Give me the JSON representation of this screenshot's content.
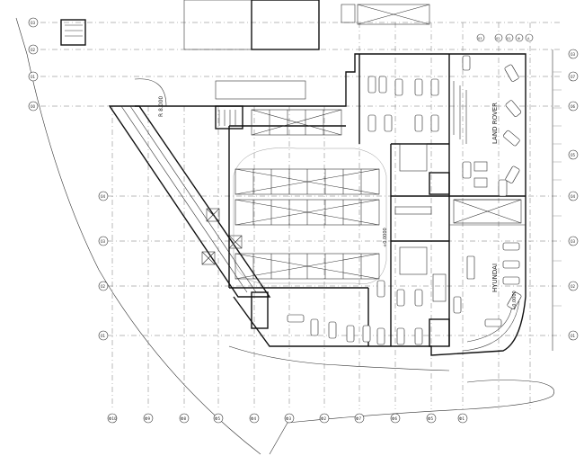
{
  "labels": {
    "land_rover": "LAND ROVER",
    "hyundai": "HYUNDAI",
    "radius": "R 8.000",
    "level_1": "+0.0000",
    "level_2": "+0.0000"
  },
  "axis_bubbles_left": [
    "03",
    "02",
    "01",
    "00",
    "04",
    "03",
    "02",
    "01"
  ],
  "axis_bubbles_right": [
    "03",
    "07",
    "06",
    "05",
    "04",
    "03",
    "02",
    "01"
  ],
  "axis_bubbles_bottom": [
    "Ф10",
    "Ф9",
    "Ф8",
    "Ф5",
    "Ф4",
    "Ф3",
    "Ф2",
    "Ф7",
    "Ф6",
    "Ф5",
    "Ф1"
  ],
  "axis_bubbles_top": [
    "03",
    "02",
    "01",
    "Ф",
    "A"
  ]
}
